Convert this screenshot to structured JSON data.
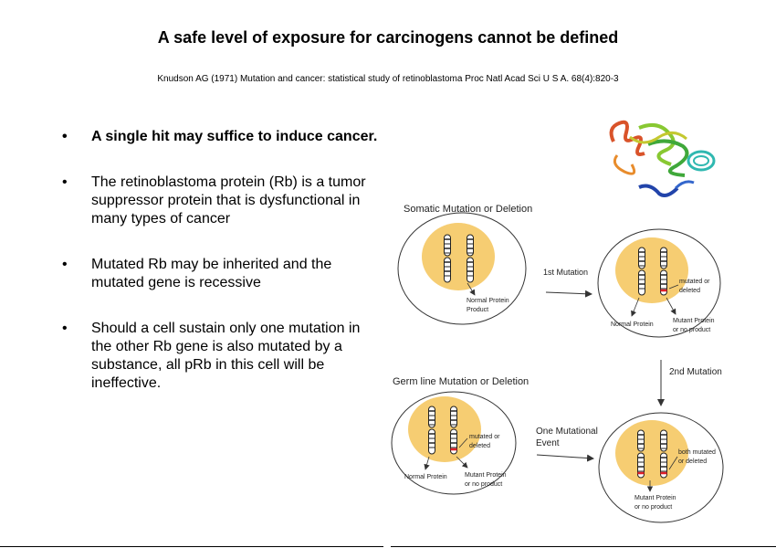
{
  "slide": {
    "title": "A safe level of exposure for carcinogens cannot be defined",
    "citation": "Knudson AG (1971) Mutation and cancer: statistical study of retinoblastoma Proc Natl Acad Sci U S A. 68(4):820-3"
  },
  "bullets": [
    "A single hit may suffice to induce cancer.",
    "The retinoblastoma protein (Rb) is a tumor suppressor protein that is dysfunctional in many types of cancer",
    "Mutated Rb may be inherited and the mutated gene is recessive",
    "Should a cell sustain only one mutation in the other Rb gene is also mutated by a substance, all pRb in this cell will be ineffective."
  ],
  "bullet_symbol": "•",
  "diagram": {
    "somatic_heading": "Somatic Mutation or Deletion",
    "germline_heading": "Germ line Mutation or Deletion",
    "first_mutation": "1st Mutation",
    "second_mutation": "2nd Mutation",
    "one_mutational": "One Mutational",
    "event": "Event",
    "normal_protein": "Normal Protein",
    "product": "Product",
    "normal_protein_lc": "Normal Protein",
    "mutant_protein": "Mutant Protein",
    "or_no_product": "or no product",
    "mutated_or": "mutated or",
    "deleted": "deleted",
    "both_mutated": "both mutated",
    "or_deleted": "or deleted"
  },
  "colors": {
    "nucleus": "#f6cd72",
    "mutation": "#e0202a",
    "cell_outline": "#333333"
  },
  "protein_image": "rb-protein-ribbon-structure"
}
